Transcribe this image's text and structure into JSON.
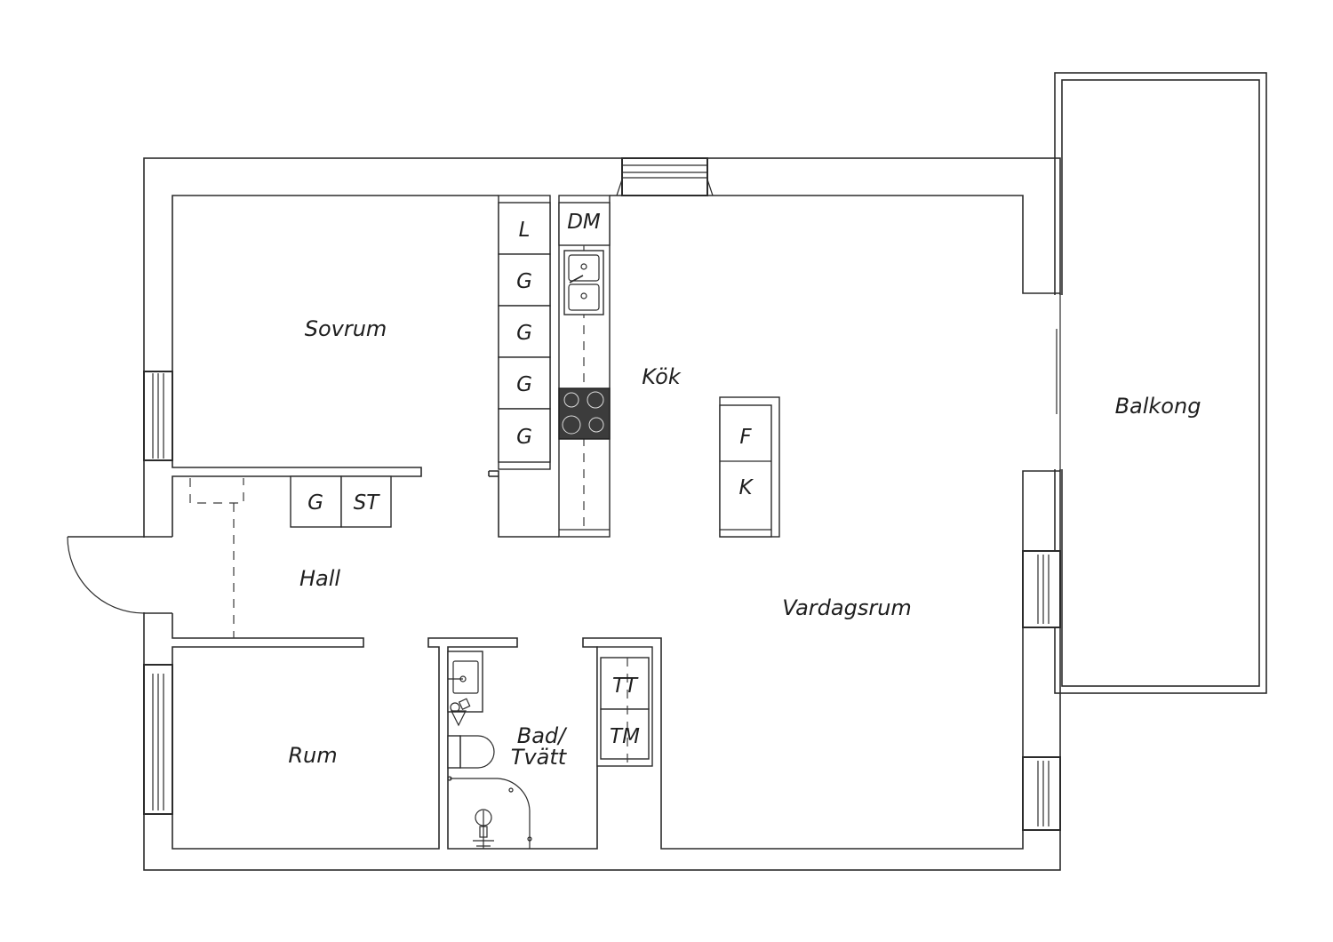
{
  "rooms": {
    "sovrum": "Sovrum",
    "kok": "Kök",
    "balkong": "Balkong",
    "hall": "Hall",
    "vardagsrum": "Vardagsrum",
    "rum": "Rum",
    "bad_line1": "Bad/",
    "bad_line2": "Tvätt"
  },
  "fixtures": {
    "kitchen_column": [
      "L",
      "G",
      "G",
      "G",
      "G"
    ],
    "dishwasher": "DM",
    "island": [
      "F",
      "K"
    ],
    "hall_storage": [
      "G",
      "ST"
    ],
    "laundry": [
      "TT",
      "TM"
    ]
  }
}
